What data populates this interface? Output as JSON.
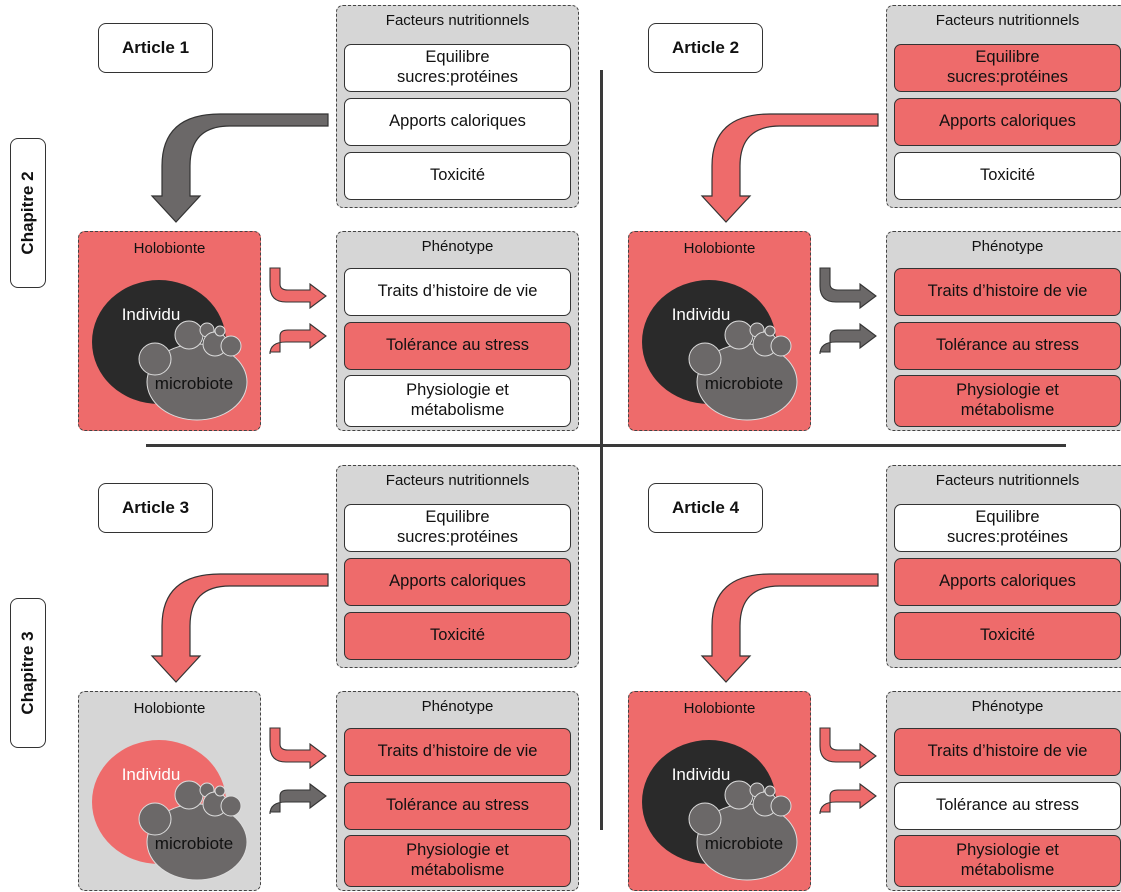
{
  "colors": {
    "red": "#ee6b6b",
    "gray": "#d6d6d6",
    "white": "#ffffff",
    "dark": "#2a2a2a",
    "mid": "#6e6a6a"
  },
  "chapters": [
    {
      "label": "Chapitre 2"
    },
    {
      "label": "Chapitre 3"
    }
  ],
  "articles": [
    {
      "label": "Article 1",
      "facteurs_title": "Facteurs nutritionnels",
      "facteurs": [
        {
          "lines": [
            "Equilibre",
            "sucres:protéines"
          ],
          "state": "white"
        },
        {
          "lines": [
            "Apports caloriques"
          ],
          "state": "white"
        },
        {
          "lines": [
            "Toxicité"
          ],
          "state": "white"
        }
      ],
      "arrow_in": "gray",
      "holobionte": {
        "title": "Holobionte",
        "bg": "red",
        "individu": "Individu",
        "individu_color": "dark",
        "microbiote": "microbiote"
      },
      "phenotype_title": "Phénotype",
      "phenotype": [
        {
          "lines": [
            "Traits d’histoire de vie"
          ],
          "state": "white"
        },
        {
          "lines": [
            "Tolérance au stress"
          ],
          "state": "red"
        },
        {
          "lines": [
            "Physiologie et",
            "métabolisme"
          ],
          "state": "white"
        }
      ],
      "arrows_out": [
        "red",
        "red"
      ]
    },
    {
      "label": "Article 2",
      "facteurs_title": "Facteurs nutritionnels",
      "facteurs": [
        {
          "lines": [
            "Equilibre",
            "sucres:protéines"
          ],
          "state": "red"
        },
        {
          "lines": [
            "Apports caloriques"
          ],
          "state": "red"
        },
        {
          "lines": [
            "Toxicité"
          ],
          "state": "white"
        }
      ],
      "arrow_in": "red",
      "holobionte": {
        "title": "Holobionte",
        "bg": "red",
        "individu": "Individu",
        "individu_color": "dark",
        "microbiote": "microbiote"
      },
      "phenotype_title": "Phénotype",
      "phenotype": [
        {
          "lines": [
            "Traits d’histoire de vie"
          ],
          "state": "red"
        },
        {
          "lines": [
            "Tolérance au stress"
          ],
          "state": "red"
        },
        {
          "lines": [
            "Physiologie et",
            "métabolisme"
          ],
          "state": "red"
        }
      ],
      "arrows_out": [
        "gray",
        "gray"
      ]
    },
    {
      "label": "Article 3",
      "facteurs_title": "Facteurs nutritionnels",
      "facteurs": [
        {
          "lines": [
            "Equilibre",
            "sucres:protéines"
          ],
          "state": "white"
        },
        {
          "lines": [
            "Apports caloriques"
          ],
          "state": "red"
        },
        {
          "lines": [
            "Toxicité"
          ],
          "state": "red"
        }
      ],
      "arrow_in": "red",
      "holobionte": {
        "title": "Holobionte",
        "bg": "gray",
        "individu": "Individu",
        "individu_color": "red",
        "microbiote": "microbiote"
      },
      "phenotype_title": "Phénotype",
      "phenotype": [
        {
          "lines": [
            "Traits d’histoire de vie"
          ],
          "state": "red"
        },
        {
          "lines": [
            "Tolérance au stress"
          ],
          "state": "red"
        },
        {
          "lines": [
            "Physiologie et",
            "métabolisme"
          ],
          "state": "red"
        }
      ],
      "arrows_out": [
        "red",
        "gray"
      ]
    },
    {
      "label": "Article 4",
      "facteurs_title": "Facteurs nutritionnels",
      "facteurs": [
        {
          "lines": [
            "Equilibre",
            "sucres:protéines"
          ],
          "state": "white"
        },
        {
          "lines": [
            "Apports caloriques"
          ],
          "state": "red"
        },
        {
          "lines": [
            "Toxicité"
          ],
          "state": "red"
        }
      ],
      "arrow_in": "red",
      "holobionte": {
        "title": "Holobionte",
        "bg": "red",
        "individu": "Individu",
        "individu_color": "dark",
        "microbiote": "microbiote"
      },
      "phenotype_title": "Phénotype",
      "phenotype": [
        {
          "lines": [
            "Traits d’histoire de vie"
          ],
          "state": "red"
        },
        {
          "lines": [
            "Tolérance au stress"
          ],
          "state": "white"
        },
        {
          "lines": [
            "Physiologie et",
            "métabolisme"
          ],
          "state": "red"
        }
      ],
      "arrows_out": [
        "red",
        "red"
      ]
    }
  ]
}
